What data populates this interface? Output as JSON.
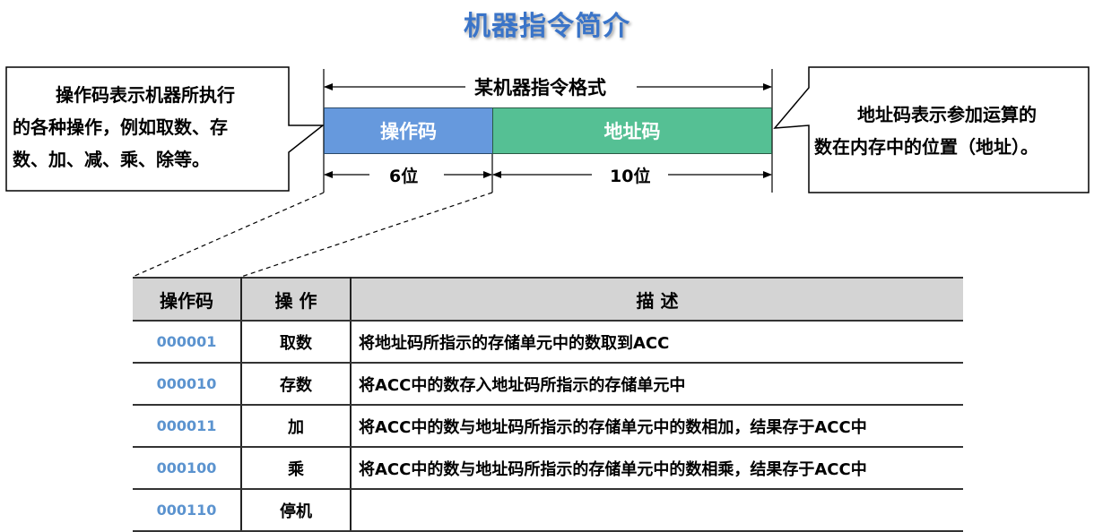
{
  "title": "机器指令简介",
  "left_callout": {
    "line1": "操作码表示机器所执行",
    "line2": "的各种操作，例如取数、存",
    "line3": "数、加、减、乘、除等。"
  },
  "right_callout": {
    "line1": "地址码表示参加运算的",
    "line2": "数在内存中的位置（地址）。"
  },
  "instruction_format": {
    "label": "某机器指令格式",
    "fields": [
      {
        "name": "操作码",
        "bits_label": "6位",
        "bits": 6,
        "color": "#6699dd"
      },
      {
        "name": "地址码",
        "bits_label": "10位",
        "bits": 10,
        "color": "#55c094"
      }
    ]
  },
  "table": {
    "headers": [
      "操作码",
      "操 作",
      "描 述"
    ],
    "rows": [
      {
        "code": "000001",
        "op": "取数",
        "desc": "将地址码所指示的存储单元中的数取到ACC"
      },
      {
        "code": "000010",
        "op": "存数",
        "desc": "将ACC中的数存入地址码所指示的存储单元中"
      },
      {
        "code": "000011",
        "op": "加",
        "desc": "将ACC中的数与地址码所指示的存储单元中的数相加，结果存于ACC中"
      },
      {
        "code": "000100",
        "op": "乘",
        "desc": "将ACC中的数与地址码所指示的存储单元中的数相乘，结果存于ACC中"
      },
      {
        "code": "000110",
        "op": "停机",
        "desc": ""
      }
    ]
  },
  "colors": {
    "title": "#3a74c8",
    "opcode_field": "#6699dd",
    "address_field": "#55c094",
    "code_text": "#5b93cf",
    "header_bg": "#d4d4d4"
  }
}
